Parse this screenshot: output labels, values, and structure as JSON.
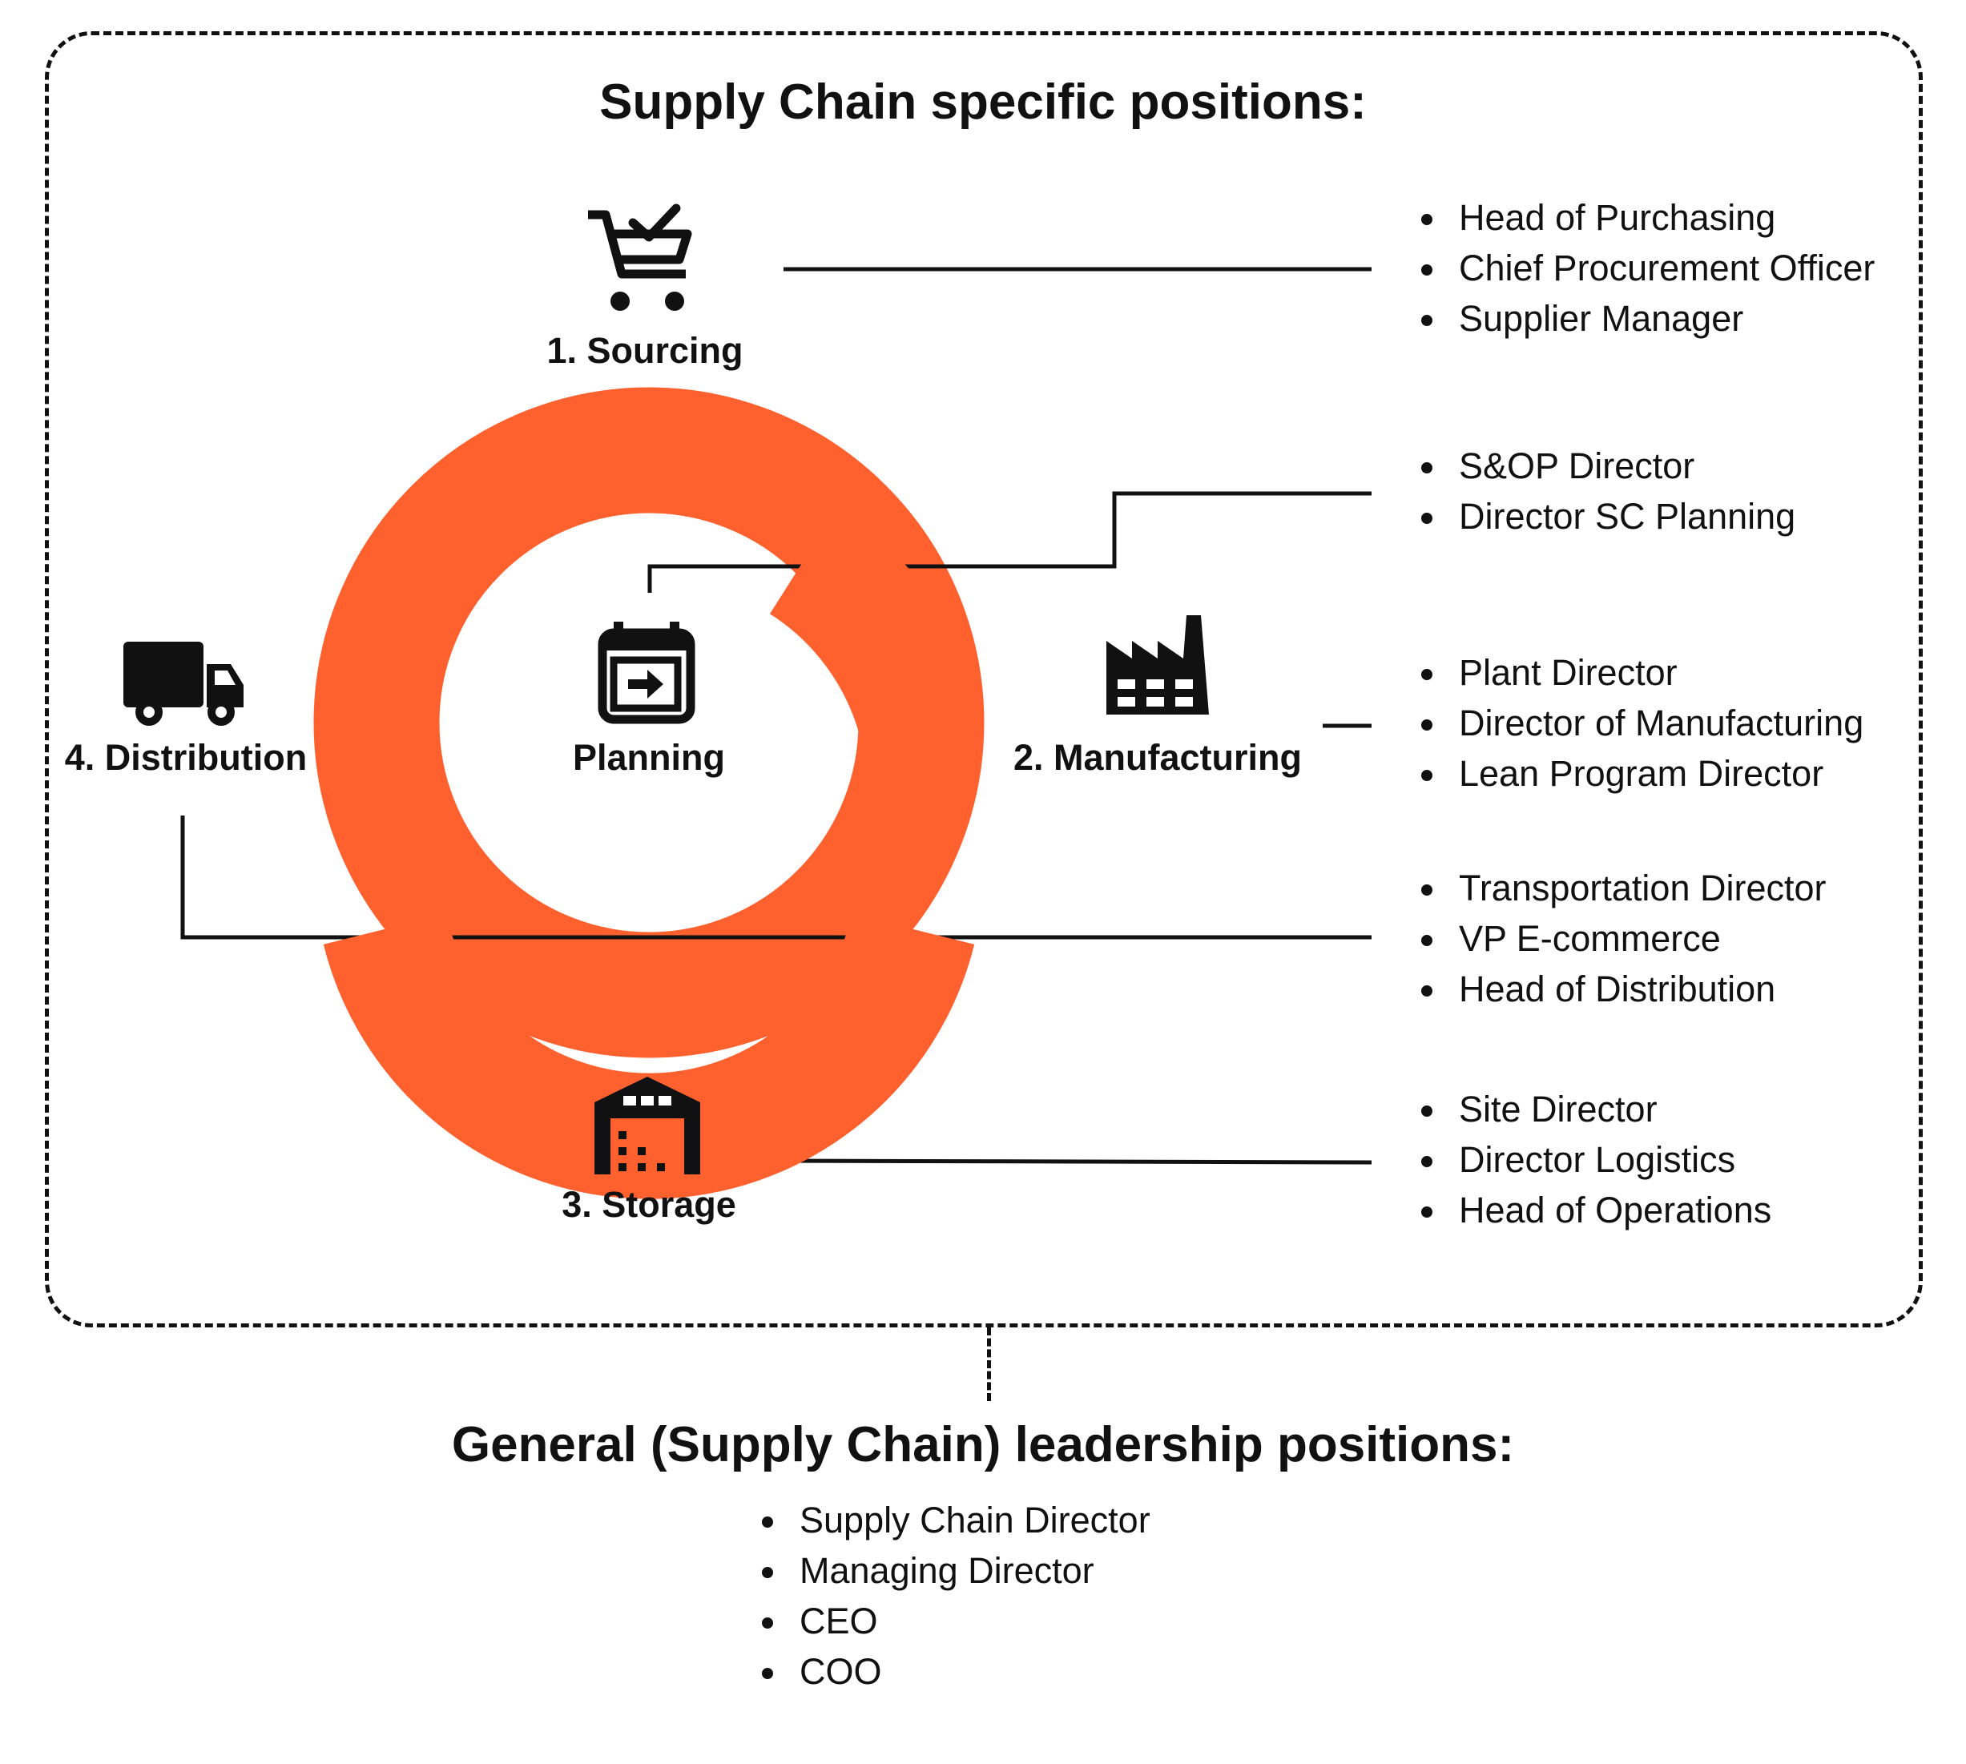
{
  "header": {
    "title": "Supply Chain specific positions:"
  },
  "colors": {
    "ring": "#FF612E",
    "ink": "#111111"
  },
  "stages": {
    "sourcing": {
      "label": "1. Sourcing",
      "icon": "shopping-cart-check-icon"
    },
    "planning": {
      "label": "Planning",
      "icon": "calendar-arrow-icon"
    },
    "manufacturing": {
      "label": "2. Manufacturing",
      "icon": "factory-icon"
    },
    "storage": {
      "label": "3. Storage",
      "icon": "warehouse-icon"
    },
    "distribution": {
      "label": "4. Distribution",
      "icon": "truck-icon"
    }
  },
  "roles": {
    "sourcing": [
      "Head of Purchasing",
      "Chief Procurement Officer",
      "Supplier Manager"
    ],
    "planning": [
      "S&OP Director",
      "Director SC Planning"
    ],
    "manufacturing": [
      "Plant Director",
      "Director of Manufacturing",
      "Lean Program Director"
    ],
    "distribution": [
      "Transportation Director",
      "VP E-commerce",
      "Head of Distribution"
    ],
    "storage": [
      "Site Director",
      "Director Logistics",
      "Head of Operations"
    ]
  },
  "general": {
    "title": "General (Supply Chain) leadership positions:",
    "roles": [
      "Supply Chain Director",
      "Managing Director",
      "CEO",
      "COO"
    ]
  }
}
